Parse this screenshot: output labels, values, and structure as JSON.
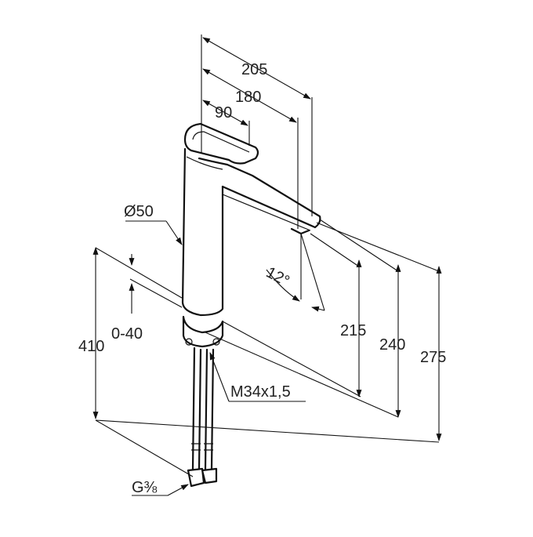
{
  "dimensions": {
    "d205": "205",
    "d180": "180",
    "d90": "90",
    "dia50": "Ø50",
    "angle12": "12°",
    "d410": "410",
    "d0_40": "0-40",
    "d215": "215",
    "d240": "240",
    "d275": "275",
    "thread_m34": "M34x1,5",
    "thread_g38": "G⅜"
  },
  "colors": {
    "line": "#111111",
    "text": "#222222",
    "background": "#ffffff"
  }
}
